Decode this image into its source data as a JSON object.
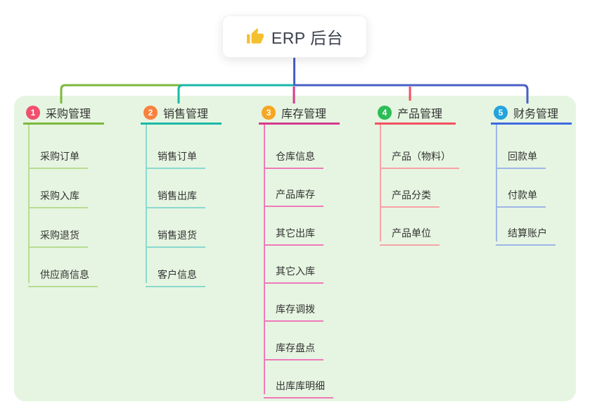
{
  "root": {
    "title": "ERP 后台",
    "icon": "thumbs-up-icon"
  },
  "branches": [
    {
      "index": "1",
      "title": "采购管理",
      "badge_color": "#f0506e",
      "accent": "#7cb93e",
      "tint": "#b7dc92",
      "children": [
        "采购订单",
        "采购入库",
        "采购退货",
        "供应商信息"
      ]
    },
    {
      "index": "2",
      "title": "销售管理",
      "badge_color": "#f9813e",
      "accent": "#1ab9a8",
      "tint": "#8ad9cf",
      "children": [
        "销售订单",
        "销售出库",
        "销售退货",
        "客户信息"
      ]
    },
    {
      "index": "3",
      "title": "库存管理",
      "badge_color": "#f6a623",
      "accent": "#d63a8e",
      "tint": "#ef7ab9",
      "children": [
        "仓库信息",
        "产品库存",
        "其它出库",
        "其它入库",
        "库存调拨",
        "库存盘点",
        "出库库明细"
      ]
    },
    {
      "index": "4",
      "title": "产品管理",
      "badge_color": "#2dbd57",
      "accent": "#f2505f",
      "tint": "#f8a3a8",
      "children": [
        "产品（物料）",
        "产品分类",
        "产品单位"
      ]
    },
    {
      "index": "5",
      "title": "财务管理",
      "badge_color": "#24a3dd",
      "accent": "#3e6ae0",
      "tint": "#9fb6e8",
      "children": [
        "回款单",
        "付款单",
        "结算账户"
      ]
    }
  ],
  "colors": {
    "panel_bg": "#e6f5e1",
    "trunk": "#4a5fc4",
    "card_bg": "#ffffff",
    "title_text": "#333333",
    "child_text": "#333333",
    "root_text": "#3b404c",
    "icon_yellow": "#f5c02f"
  }
}
